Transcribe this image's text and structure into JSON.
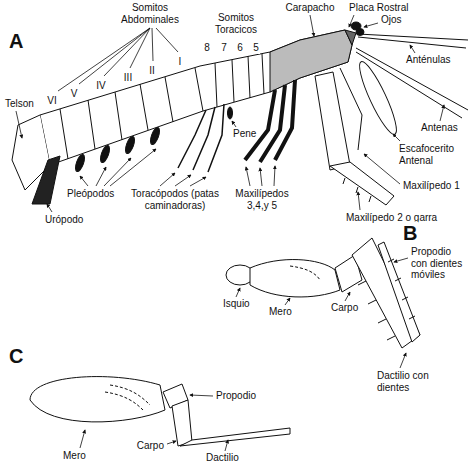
{
  "diagram": {
    "labels": [
      "A",
      "Somitos Abdominales",
      "VI",
      "V",
      "IV",
      "III",
      "II",
      "I",
      "Somitos Toracicos",
      "8",
      "7",
      "6",
      "5",
      "Carapacho",
      "Placa Rostral",
      "Ojos",
      "Anténulas",
      "Antenas",
      "Escafocerito Antenal",
      "Maxilípedo 1",
      "Maxilípedo 2 o garra",
      "Maxilípedos 3,4,y 5",
      "Pene",
      "Toracópodos (patas caminadoras)",
      "Pleópodos",
      "Urópodo",
      "Telson",
      "B",
      "Propodio con dientes móviles",
      "Isquio",
      "Mero",
      "Carpo",
      "Dactilio con dientes",
      "C",
      "Propodio",
      "Mero",
      "Carpo",
      "Dactilio"
    ]
  }
}
